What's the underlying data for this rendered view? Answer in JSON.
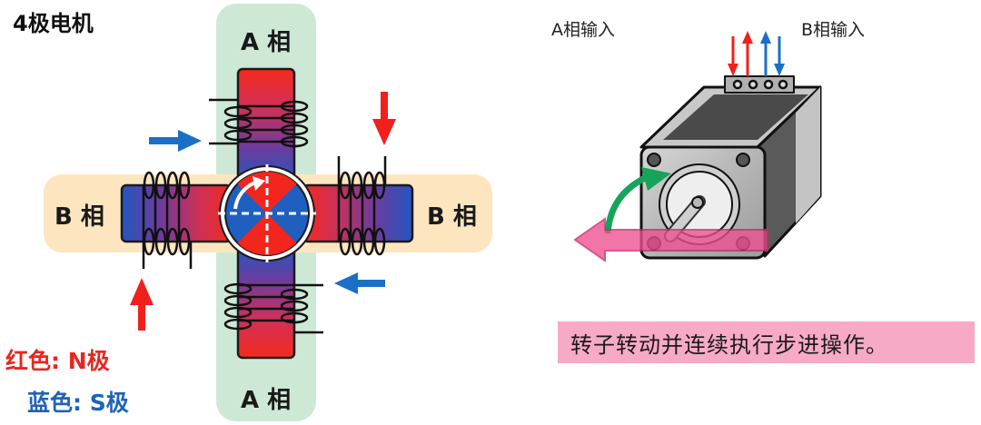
{
  "left_diagram": {
    "title": "4极电机",
    "phase_a_top": "A 相",
    "phase_a_bottom": "A 相",
    "phase_b_left": "B 相",
    "phase_b_right": "B 相",
    "legend": {
      "north": "红色: N极",
      "south": "蓝色: S极"
    },
    "colors": {
      "north": "#f2261c",
      "south": "#1f5fc0",
      "phase_a_bg": "#cde9d6",
      "phase_b_bg": "#fde6bf",
      "arrow_red": "#f0201a",
      "arrow_blue": "#1c6fc6"
    }
  },
  "right_diagram": {
    "input_a": "A相输入",
    "input_b": "B相输入",
    "caption": "转子转动并连续执行步进操作。",
    "colors": {
      "caption_bg": "#f7aac6",
      "rotation_arrow": "#15a45a",
      "direction_arrow": "#ef4f8f"
    }
  }
}
